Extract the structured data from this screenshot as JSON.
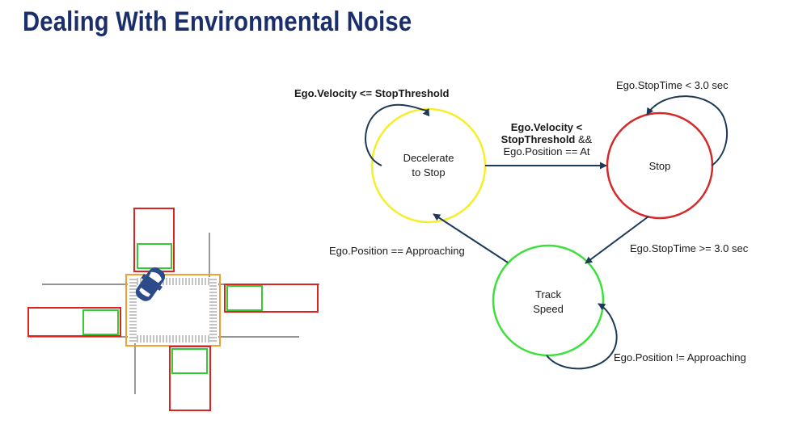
{
  "slide": {
    "title": "Dealing With Environmental Noise"
  },
  "diagram": {
    "states": [
      {
        "id": "decelerate",
        "lines": [
          "Decelerate",
          "to Stop"
        ],
        "color": "#f5ee2a"
      },
      {
        "id": "stop",
        "lines": [
          "Stop"
        ],
        "color": "#d42a2a"
      },
      {
        "id": "track",
        "lines": [
          "Track",
          "Speed"
        ],
        "color": "#3be03b"
      }
    ],
    "transitions": {
      "decel_self": "Ego.Velocity <= StopThreshold",
      "decel_to_stop_line1": "Ego.Velocity <",
      "decel_to_stop_line2_bold": "StopThreshold",
      "decel_to_stop_line2_rest": " &&",
      "decel_to_stop_line3": "Ego.Position == At",
      "stop_self": "Ego.StopTime < 3.0 sec",
      "stop_to_track": "Ego.StopTime >= 3.0 sec",
      "track_to_decel": "Ego.Position == Approaching",
      "track_self": "Ego.Position != Approaching"
    },
    "edge_color": "#1d3a57"
  },
  "intersection": {
    "colors": {
      "road": "#555555",
      "zone": "#f0a030",
      "lane_box": "#dd2222",
      "detect_box": "#33cc33",
      "car": "#2d4a8a"
    }
  }
}
